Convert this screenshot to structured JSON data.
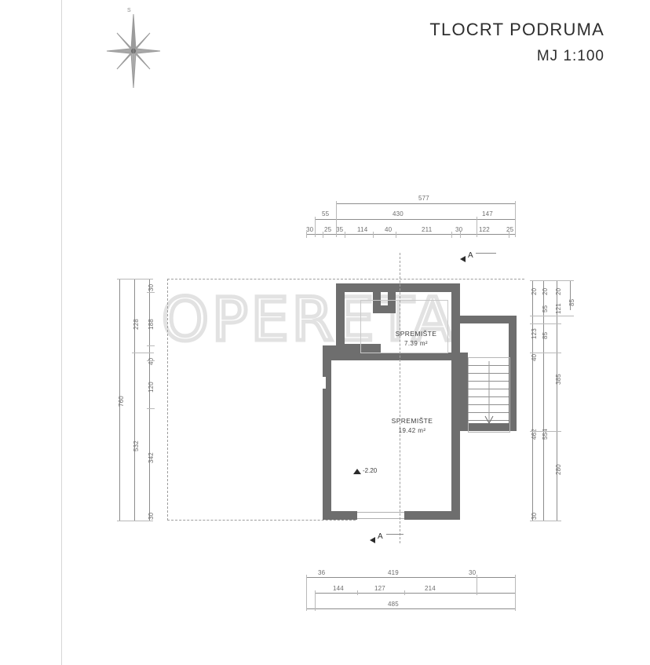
{
  "sheet": {
    "title": "TLOCRT PODRUMA",
    "scale": "MJ 1:100",
    "watermark": "OPERETA"
  },
  "compass": {
    "name": "north-compass-rose",
    "label": "S"
  },
  "rooms": [
    {
      "name": "SPREMIŠTE",
      "area": "7.39 m²"
    },
    {
      "name": "SPREMIŠTE",
      "area": "19.42 m²"
    }
  ],
  "elevation": {
    "value": "-2.20"
  },
  "section_marks": {
    "top": "A",
    "bottom": "A"
  },
  "dimensions": {
    "top": {
      "chain1": [
        "577"
      ],
      "chain2": [
        "55",
        "430",
        "147"
      ],
      "chain3": [
        "30",
        "25",
        "35",
        "114",
        "40",
        "211",
        "30",
        "122",
        "25"
      ]
    },
    "bottom": {
      "chain1": [
        "36",
        "419",
        "30"
      ],
      "chain2": [
        "144",
        "127",
        "214"
      ],
      "chain3": [
        "485"
      ]
    },
    "left": {
      "chain1": [
        "760"
      ],
      "chain2": [
        "228",
        "532"
      ],
      "chain3": [
        "30",
        "188",
        "40",
        "120",
        "342",
        "30"
      ]
    },
    "right": {
      "chain1": [
        "20",
        "123",
        "40",
        "462",
        "30"
      ],
      "chain2": [
        "20",
        "55",
        "85",
        "554"
      ],
      "chain3": [
        "20",
        "121",
        "385",
        "280"
      ],
      "chain4": [
        "85"
      ]
    }
  },
  "colors": {
    "wall": "#6e6e6e",
    "dimension": "#8d8d8d",
    "text": "#3a3a3a",
    "watermark": "#e2e2e2"
  }
}
